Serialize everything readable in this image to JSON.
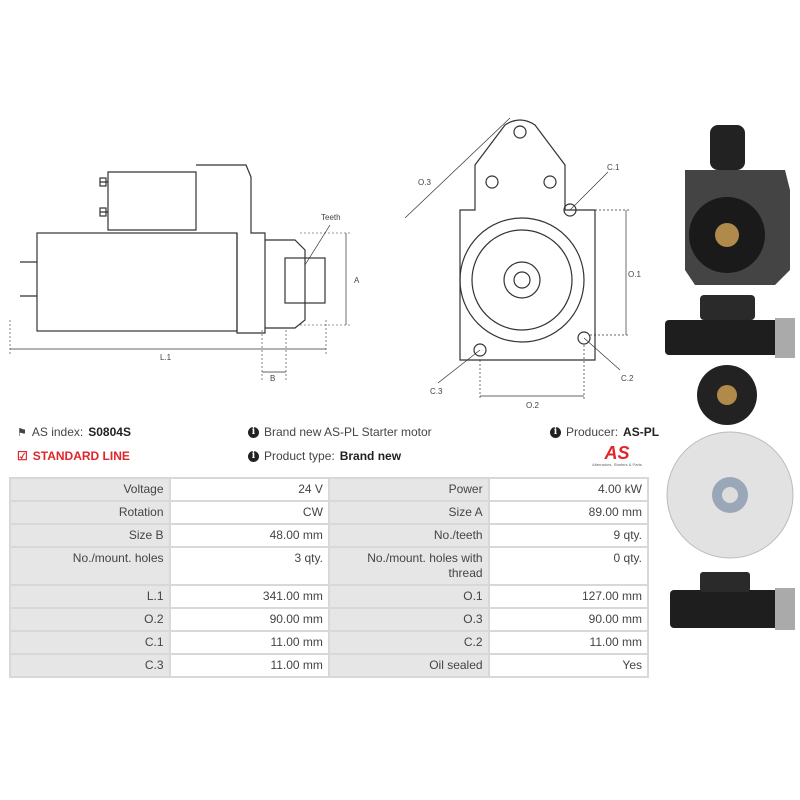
{
  "drawing_labels": {
    "teeth": "Teeth",
    "a": "A",
    "b": "B",
    "l1": "L.1",
    "o1": "O.1",
    "o2": "O.2",
    "o3": "O.3",
    "c1": "C.1",
    "c2": "C.2",
    "c3": "C.3"
  },
  "info": {
    "index_label": "AS index:",
    "index_value": "S0804S",
    "line": "STANDARD LINE",
    "description": "Brand new AS-PL Starter motor",
    "type_label": "Product type:",
    "type_value": "Brand new",
    "producer_label": "Producer:",
    "producer_value": "AS-PL",
    "logo_text": "AS",
    "logo_tagline": "Alternators, Starters & Parts"
  },
  "specs": [
    [
      "Voltage",
      "24 V",
      "Power",
      "4.00 kW"
    ],
    [
      "Rotation",
      "CW",
      "Size A",
      "89.00 mm"
    ],
    [
      "Size B",
      "48.00 mm",
      "No./teeth",
      "9 qty."
    ],
    [
      "No./mount. holes",
      "3 qty.",
      "No./mount. holes with thread",
      "0 qty."
    ],
    [
      "L.1",
      "341.00 mm",
      "O.1",
      "127.00 mm"
    ],
    [
      "O.2",
      "90.00 mm",
      "O.3",
      "90.00 mm"
    ],
    [
      "C.1",
      "11.00 mm",
      "C.2",
      "11.00 mm"
    ],
    [
      "C.3",
      "11.00 mm",
      "Oil sealed",
      "Yes"
    ]
  ]
}
